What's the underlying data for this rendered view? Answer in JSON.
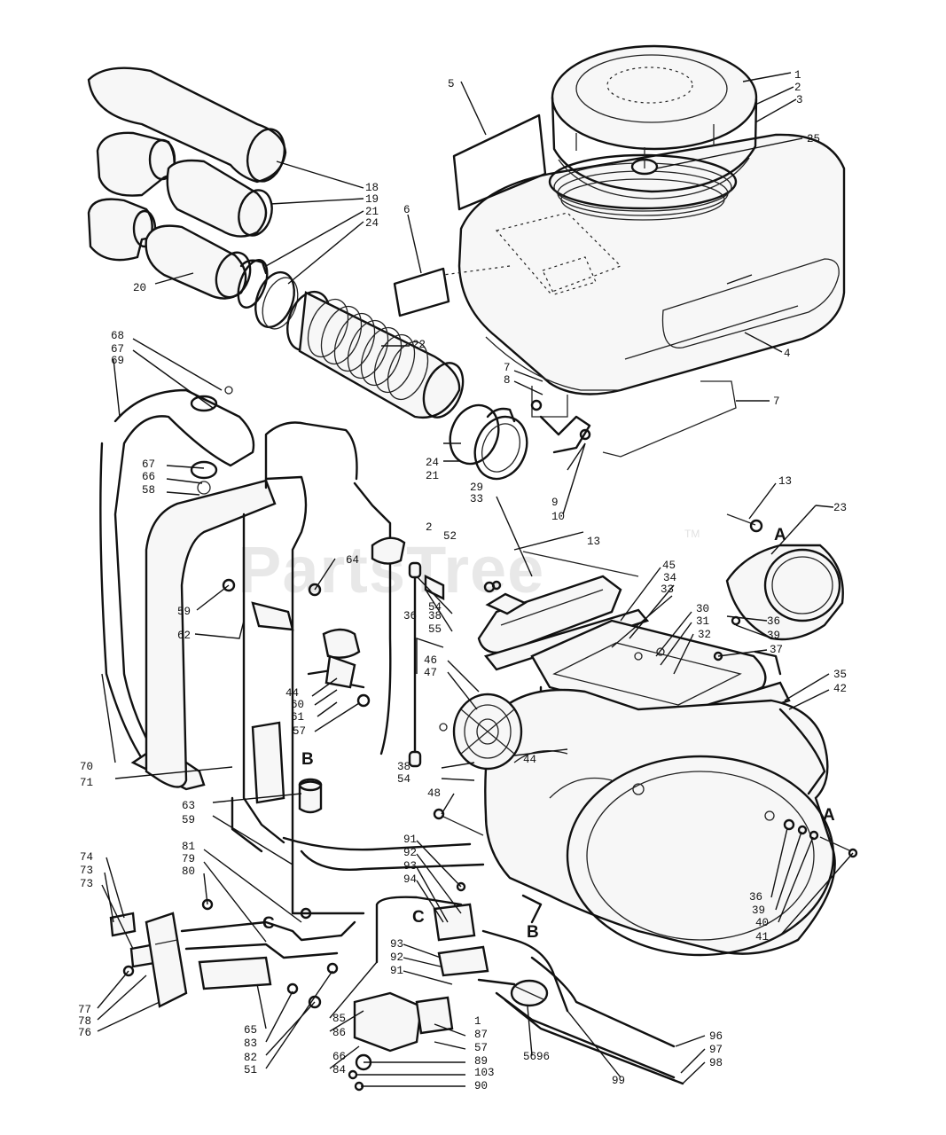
{
  "watermark": {
    "text": "PartsTree",
    "mark": "TM"
  },
  "callouts": [
    "1",
    "2",
    "3",
    "4",
    "5",
    "6",
    "7",
    "7",
    "8",
    "9",
    "10",
    "13",
    "13",
    "18",
    "19",
    "20",
    "21",
    "21",
    "22",
    "23",
    "24",
    "24",
    "25",
    "29",
    "30",
    "31",
    "32",
    "33",
    "33",
    "34",
    "35",
    "36",
    "36",
    "36",
    "37",
    "38",
    "38",
    "39",
    "39",
    "40",
    "41",
    "42",
    "44",
    "44",
    "45",
    "46",
    "47",
    "48",
    "51",
    "52",
    "54",
    "54",
    "55",
    "56",
    "57",
    "57",
    "58",
    "59",
    "59",
    "60",
    "61",
    "62",
    "63",
    "64",
    "65",
    "66",
    "66",
    "67",
    "67",
    "68",
    "69",
    "70",
    "71",
    "73",
    "73",
    "74",
    "76",
    "77",
    "78",
    "79",
    "80",
    "81",
    "82",
    "83",
    "84",
    "85",
    "86",
    "87",
    "89",
    "90",
    "91",
    "91",
    "92",
    "92",
    "93",
    "93",
    "94",
    "96",
    "96",
    "97",
    "98",
    "99",
    "103",
    "1",
    "2"
  ],
  "reference_letters": [
    "A",
    "A",
    "B",
    "B",
    "C",
    "C"
  ]
}
